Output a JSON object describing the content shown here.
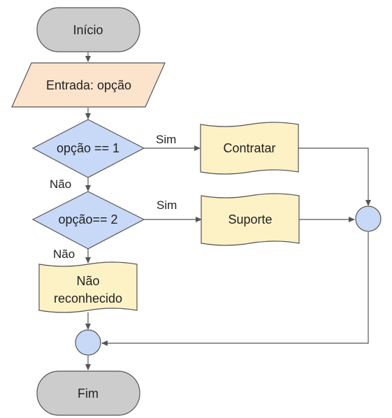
{
  "colors": {
    "terminal_fill": "#cccccc",
    "io_fill": "#fce3cc",
    "decision_fill": "#c8d8f7",
    "document_fill": "#fdf1c6",
    "connector_fill": "#c8d8f7",
    "stroke": "#555555"
  },
  "nodes": {
    "start": {
      "label": "Início"
    },
    "input": {
      "label": "Entrada: opção"
    },
    "decision1": {
      "label": "opção == 1"
    },
    "decision2": {
      "label": "opção== 2"
    },
    "contratar": {
      "label": "Contratar"
    },
    "suporte": {
      "label": "Suporte"
    },
    "nao_reconhecido": {
      "label_line1": "Não",
      "label_line2": "reconhecido"
    },
    "end": {
      "label": "Fim"
    }
  },
  "edges": {
    "d1_yes": "Sim",
    "d1_no": "Não",
    "d2_yes": "Sim",
    "d2_no": "Não"
  }
}
